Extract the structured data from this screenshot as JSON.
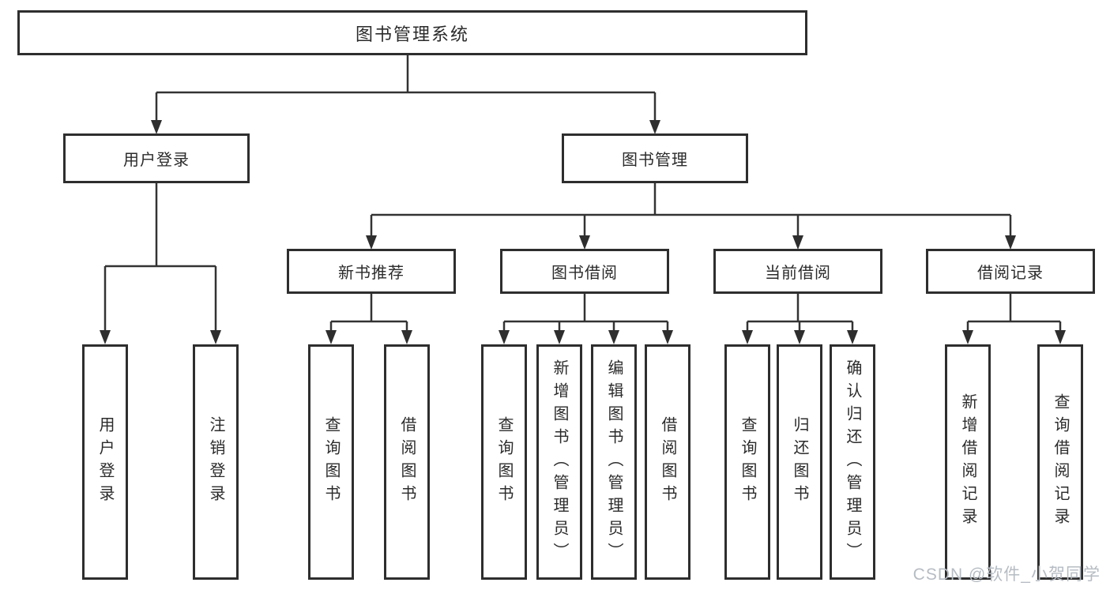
{
  "tree": {
    "root": "图书管理系统",
    "level2": [
      {
        "label": "用户登录"
      },
      {
        "label": "图书管理"
      }
    ],
    "level3": [
      {
        "label": "新书推荐"
      },
      {
        "label": "图书借阅"
      },
      {
        "label": "当前借阅"
      },
      {
        "label": "借阅记录"
      }
    ],
    "leaves": [
      {
        "label": "用户登录"
      },
      {
        "label": "注销登录"
      },
      {
        "label": "查询图书"
      },
      {
        "label": "借阅图书"
      },
      {
        "label": "查询图书"
      },
      {
        "label": "新增图书（管理员）"
      },
      {
        "label": "编辑图书（管理员）"
      },
      {
        "label": "借阅图书"
      },
      {
        "label": "查询图书"
      },
      {
        "label": "归还图书"
      },
      {
        "label": "确认归还（管理员）"
      },
      {
        "label": "新增借阅记录"
      },
      {
        "label": "查询借阅记录"
      }
    ]
  },
  "watermark": "CSDN @软件_小贺同学",
  "colors": {
    "line": "#333333",
    "box_border": "#2e2e2e",
    "text": "#2b2b2b",
    "background": "#ffffff",
    "watermark": "#b6bcc3"
  }
}
